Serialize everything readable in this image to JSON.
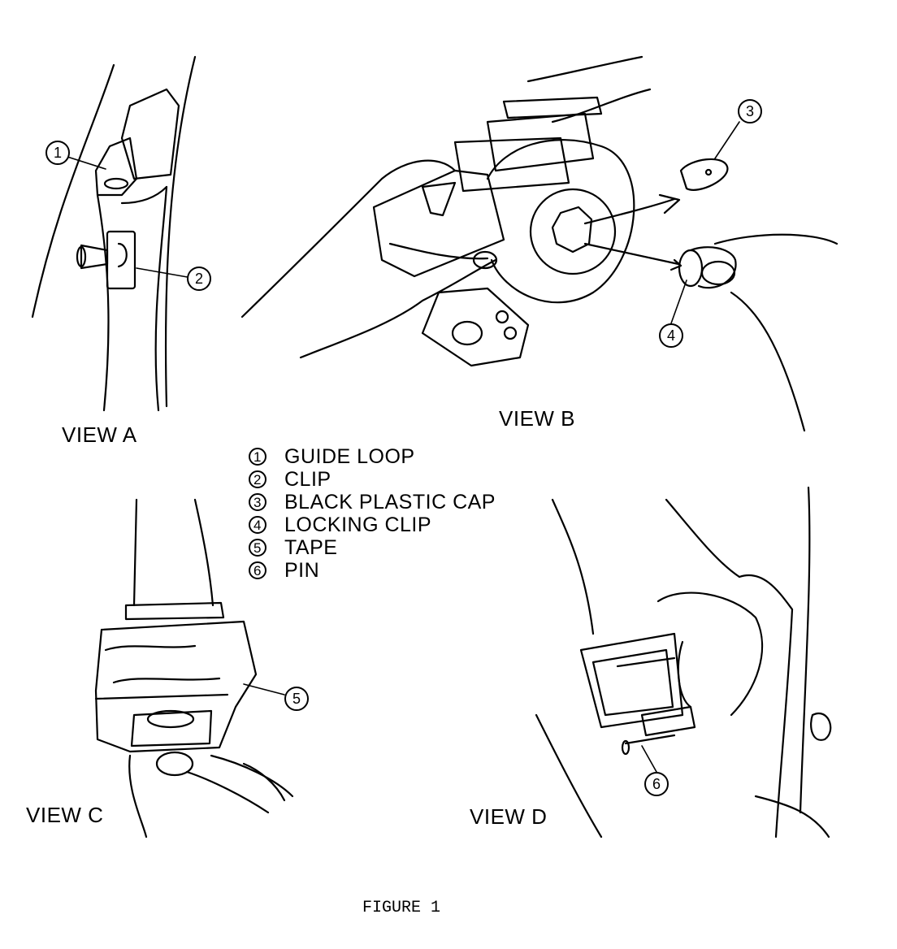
{
  "views": {
    "a": "VIEW  A",
    "b": "VIEW  B",
    "c": "VIEW  C",
    "d": "VIEW  D"
  },
  "legend": [
    {
      "num": "1",
      "label": "GUIDE LOOP"
    },
    {
      "num": "2",
      "label": "CLIP"
    },
    {
      "num": "3",
      "label": "BLACK PLASTIC CAP"
    },
    {
      "num": "4",
      "label": "LOCKING CLIP"
    },
    {
      "num": "5",
      "label": "TAPE"
    },
    {
      "num": "6",
      "label": "PIN"
    }
  ],
  "callouts": [
    "1",
    "2",
    "3",
    "4",
    "5",
    "6"
  ],
  "figure_caption": "FIGURE 1"
}
